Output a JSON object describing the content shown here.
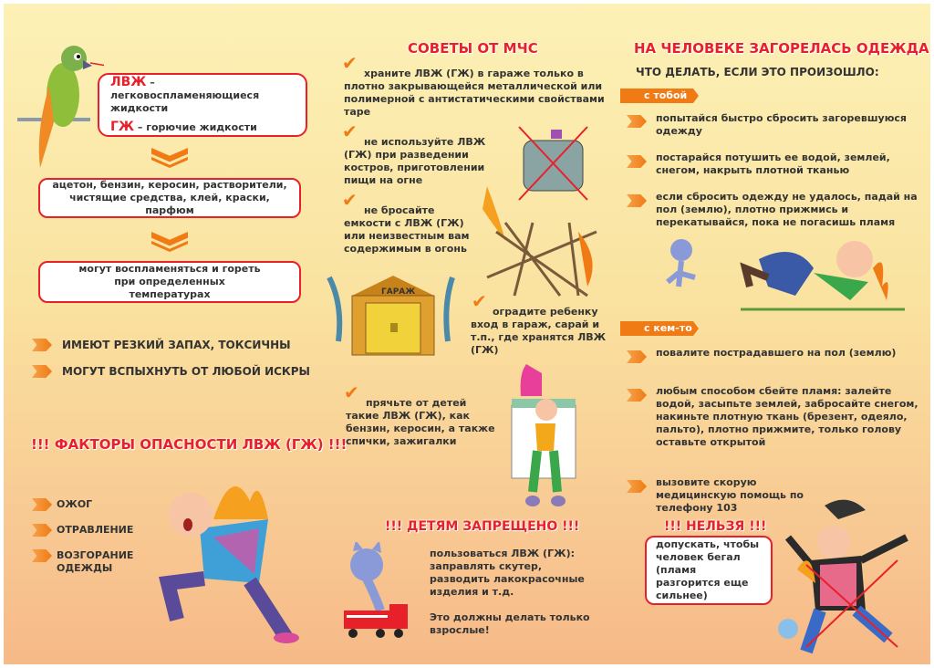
{
  "left": {
    "definition": {
      "lvzh_abbr": "ЛВЖ",
      "lvzh_text": " – легковоспламеняющиеся жидкости",
      "gzh_abbr": "ГЖ",
      "gzh_text": " – горючие жидкости"
    },
    "examples": "ацетон, бензин, керосин, растворители, чистящие средства, клей, краски, парфюм",
    "property": "могут воспламеняться и гореть при определенных температурах",
    "bullets": [
      "ИМЕЮТ РЕЗКИЙ ЗАПАХ, ТОКСИЧНЫ",
      "МОГУТ ВСПЫХНУТЬ ОТ ЛЮБОЙ ИСКРЫ"
    ],
    "factors_title": "!!! ФАКТОРЫ ОПАСНОСТИ ЛВЖ (ГЖ) !!!",
    "factors": [
      "ОЖОГ",
      "ОТРАВЛЕНИЕ",
      "ВОЗГОРАНИЕ ОДЕЖДЫ"
    ]
  },
  "middle": {
    "title": "СОВЕТЫ ОТ МЧС",
    "tips": [
      "храните ЛВЖ (ГЖ) в гараже только в плотно закрывающейся металлической или полимерной с антистатическими свойствами таре",
      "не используйте ЛВЖ (ГЖ) при разведении костров, приготовлении пищи на огне",
      "не бросайте емкости с ЛВЖ (ГЖ) или неизвестным вам содержимым в огонь",
      "оградите ребенку вход в гараж, сарай и т.п., где хранятся ЛВЖ (ГЖ)",
      "прячьте от детей такие ЛВЖ (ГЖ), как бензин, керосин, а также спички, зажигалки"
    ],
    "garage_sign": "ГАРАЖ",
    "forbidden_title": "!!! ДЕТЯМ ЗАПРЕЩЕНО !!!",
    "forbidden_text": "пользоваться ЛВЖ (ГЖ): заправлять скутер, разводить лакокрасочные изделия и т.д.",
    "adults_text": "Это должны делать только взрослые!"
  },
  "right": {
    "title": "НА ЧЕЛОВЕКЕ ЗАГОРЕЛАСЬ ОДЕЖДА",
    "subtitle": "ЧТО ДЕЛАТЬ, ЕСЛИ ЭТО ПРОИЗОШЛО:",
    "self_tab": "с тобой",
    "self_items": [
      "попытайся быстро сбросить загоревшуюся одежду",
      "постарайся потушить ее водой, землей, снегом, накрыть плотной тканью",
      "если сбросить одежду не удалось, падай на пол (землю), плотно прижмись и перекатывайся, пока не погасишь пламя"
    ],
    "other_tab": "с кем-то",
    "other_items": [
      "повалите пострадавшего на пол (землю)",
      "любым способом сбейте пламя: залейте водой, засыпьте землей, забросайте снегом, накиньте плотную ткань (брезент, одеяло, пальто), плотно прижмите, только голову оставьте открытой",
      "вызовите скорую медицинскую помощь по телефону 103"
    ],
    "dont_title": "!!! НЕЛЬЗЯ !!!",
    "dont_text": "допускать, чтобы человек бегал (пламя разгорится еще сильнее)"
  }
}
